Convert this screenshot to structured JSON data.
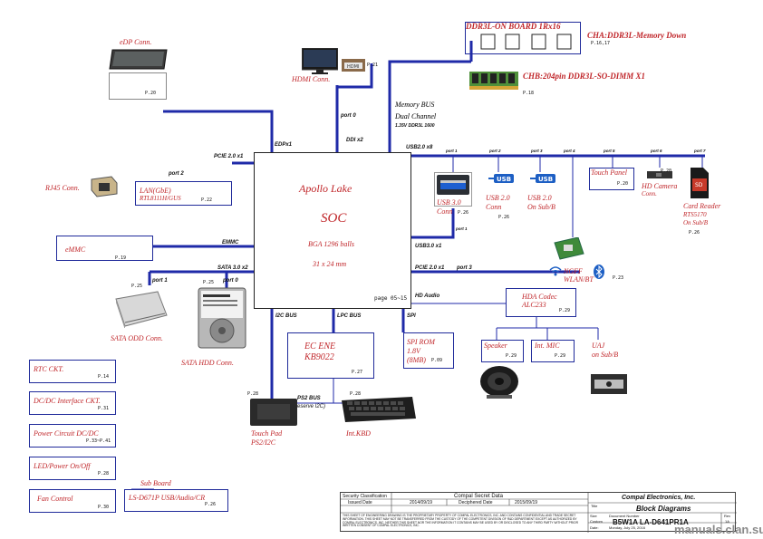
{
  "soc": {
    "name": "Apollo Lake",
    "type": "SOC",
    "package": "BGA 1296 balls",
    "size": "31 x 24 mm",
    "page": "page 05~15"
  },
  "memory": {
    "onboard_label": "DDR3L-ON BOARD 1Rx16",
    "cha_label": "CHA:DDR3L-Memory Down",
    "cha_page": "P.16,17",
    "chb_label": "CHB:204pin DDR3L-SO-DIMM X1",
    "chb_page": "P.18",
    "bus_line1": "Memory BUS",
    "bus_line2": "Dual Channel",
    "bus_line3": "1.35V DDR3L 1600"
  },
  "display": {
    "edp_label": "eDP Conn.",
    "edp_page": "P.20",
    "edp_bus": "EDPx1",
    "hdmi_label": "HDMI Conn.",
    "hdmi_page": "P.21",
    "hdmi_port": "port 0",
    "ddi_bus": "DDI x2"
  },
  "left": {
    "pcie_bus": "PCIE 2.0 x1",
    "port2": "port 2",
    "rj45_label": "RJ45 Conn.",
    "lan_line1": "LAN(GbE)",
    "lan_line2": "RTL8111H/GUS",
    "lan_page": "P.22",
    "emmc_label": "eMMC",
    "emmc_page": "P.19",
    "emmc_bus": "EMMC",
    "sata_bus": "SATA 3.0 x2",
    "sata_port1": "port 1",
    "sata_port0": "port 0",
    "odd_page": "P.25",
    "hdd_page": "P.25",
    "odd_label": "SATA ODD Conn.",
    "hdd_label": "SATA HDD Conn."
  },
  "usb": {
    "bus": "USB2.0 x8",
    "ports": [
      "port 1",
      "port 2",
      "port 3",
      "port 4",
      "port 5",
      "port 6",
      "port 7"
    ],
    "usb3_line1": "USB 3.0",
    "usb3_line2": "Conn",
    "usb3_page": "P.26",
    "usb2a_line1": "USB 2.0",
    "usb2a_line2": "Conn",
    "usb2a_page": "P.26",
    "usb2b_line1": "USB 2.0",
    "usb2b_line2": "On Sub/B",
    "touchpanel_label": "Touch Panel",
    "touchpanel_page": "P.20",
    "camera_line1": "HD Camera",
    "camera_line2": "Conn.",
    "camera_page": "P.20",
    "card_line1": "Card Reader",
    "card_line2": "RTS5170",
    "card_line3": "On Sub/B",
    "card_page": "P.26",
    "usb3_bus": "USB3.0 x1",
    "usb3_port": "port 1",
    "usb_logo": "USB"
  },
  "wireless": {
    "pcie_bus": "PCIE 2.0 x1",
    "port": "port 3",
    "label_line1": "NGFF",
    "label_line2": "WLAN/BT",
    "page": "P.23"
  },
  "audio": {
    "bus": "HD Audio",
    "codec_line1": "HDA Codec",
    "codec_line2": "ALC233",
    "codec_page": "P.29",
    "speaker_label": "Speaker",
    "speaker_page": "P.29",
    "mic_label": "Int. MIC",
    "mic_page": "P.29",
    "uaj_line1": "UAJ",
    "uaj_line2": "on Sub/B"
  },
  "lower": {
    "i2c_bus": "I2C BUS",
    "lpc_bus": "LPC BUS",
    "spi_bus": "SPI",
    "ec_line1": "EC ENE",
    "ec_line2": "KB9022",
    "ec_page": "P.27",
    "spi_line1": "SPI ROM",
    "spi_line2": "1.8V",
    "spi_line3": "(8MB)",
    "spi_page": "P.09",
    "ps2_line1": "PS2 BUS",
    "ps2_line2": "(reserve I2C)",
    "touchpad_page": "P.28",
    "kbd_page": "P.28",
    "touchpad_line1": "Touch Pad",
    "touchpad_line2": "PS2/I2C",
    "kbd_label": "Int.KBD"
  },
  "misc_boxes": [
    {
      "label": "RTC CKT.",
      "page": "P.14"
    },
    {
      "label": "DC/DC Interface CKT.",
      "page": "P.31"
    },
    {
      "label": "Power Circuit DC/DC",
      "page": "P.33~P.41"
    },
    {
      "label": "LED/Power On/Off",
      "page": "P.28"
    },
    {
      "label": "Fan Control",
      "page": "P.30"
    }
  ],
  "subboard": {
    "title": "Sub Board",
    "label": "LS-D671P  USB/Audio/CR",
    "page": "P.26"
  },
  "title_block": {
    "security_label": "Security Classification",
    "security_value": "Compal Secret Data",
    "issued_label": "Issued Date",
    "issued_value": "2014/09/19",
    "deciphered_label": "Deciphered Date",
    "deciphered_value": "2015/09/19",
    "title_label": "Title",
    "company": "Compal Electronics, Inc.",
    "doc_title": "Block Diagrams",
    "size_label": "Size",
    "size_value": "Custom",
    "doc_number_label": "Document Number",
    "doc_number": "B5W1A  LA-D641PR1A",
    "rev_label": "Rev",
    "rev_value": "1A",
    "date_label": "Date:",
    "date_value": "Monday, July 25, 2016",
    "disclaimer": "THIS SHEET OF ENGINEERING DRAWING IS THE PROPRIETARY PROPERTY OF COMPAL ELECTRONICS, INC. AND CONTAINS CONFIDENTIAL AND TRADE SECRET INFORMATION. THIS SHEET MAY NOT BE TRANSFERRED FROM THE CUSTODY OF THE COMPETENT DIVISION OF R&D DEPARTMENT EXCEPT AS AUTHORIZED BY COMPAL ELECTRONICS, INC. NEITHER THIS SHEET NOR THE INFORMATION IT CONTAINS MAY BE USED BY OR DISCLOSED TO ANY THIRD PARTY WITHOUT PRIOR WRITTEN CONSENT OF COMPAL ELECTRONICS, INC."
  },
  "watermark": "manuals.clan.su",
  "colors": {
    "bus_line": "#1f2aa8",
    "label_red": "#c0262a",
    "box_border": "#1f2a9a"
  }
}
